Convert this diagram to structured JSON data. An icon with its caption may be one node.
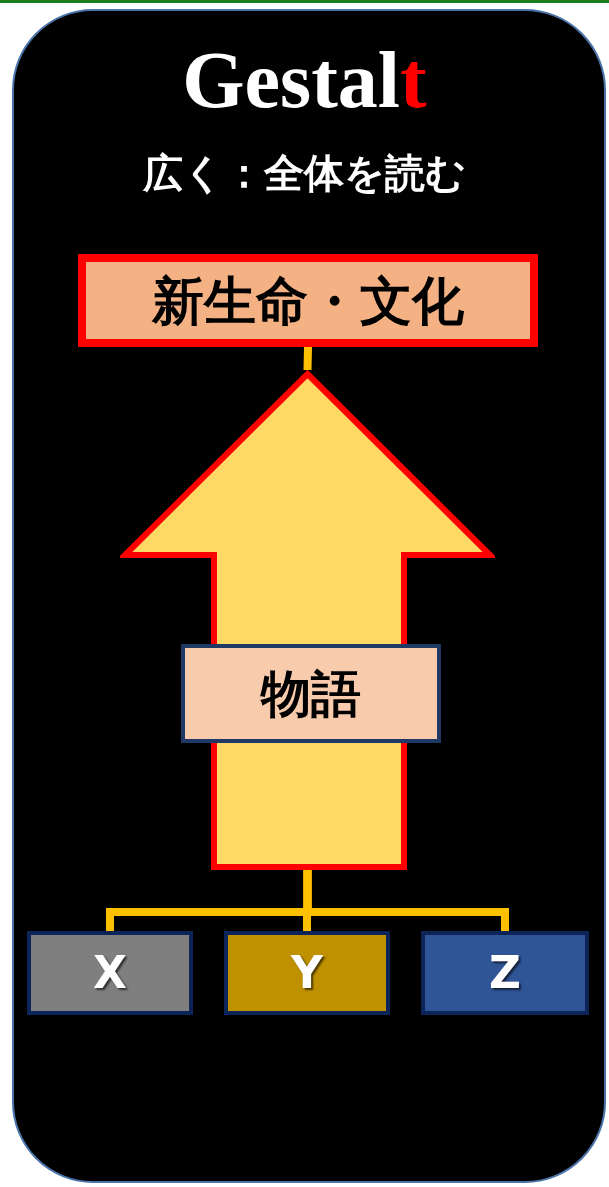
{
  "diagram": {
    "title": "Gestalt",
    "nodes": [
      {
        "text": [
          "新生命・文化"
        ]
      },
      {
        "text": [],
        "shape": "arrow"
      },
      {
        "text": [
          "物語"
        ],
        "in": 1
      },
      {
        "text": [
          "X"
        ]
      },
      {
        "text": [
          "Y"
        ]
      },
      {
        "text": [
          "Z"
        ]
      }
    ],
    "edges": [
      {
        "from": 1,
        "to": 0,
        "arrow": "none"
      },
      {
        "from": 3,
        "to": 1,
        "arrow": "none"
      },
      {
        "from": 4,
        "to": 1,
        "arrow": "none"
      },
      {
        "from": 5,
        "to": 1,
        "arrow": "none"
      }
    ],
    "labels": [
      "広く：全体を読む"
    ]
  }
}
